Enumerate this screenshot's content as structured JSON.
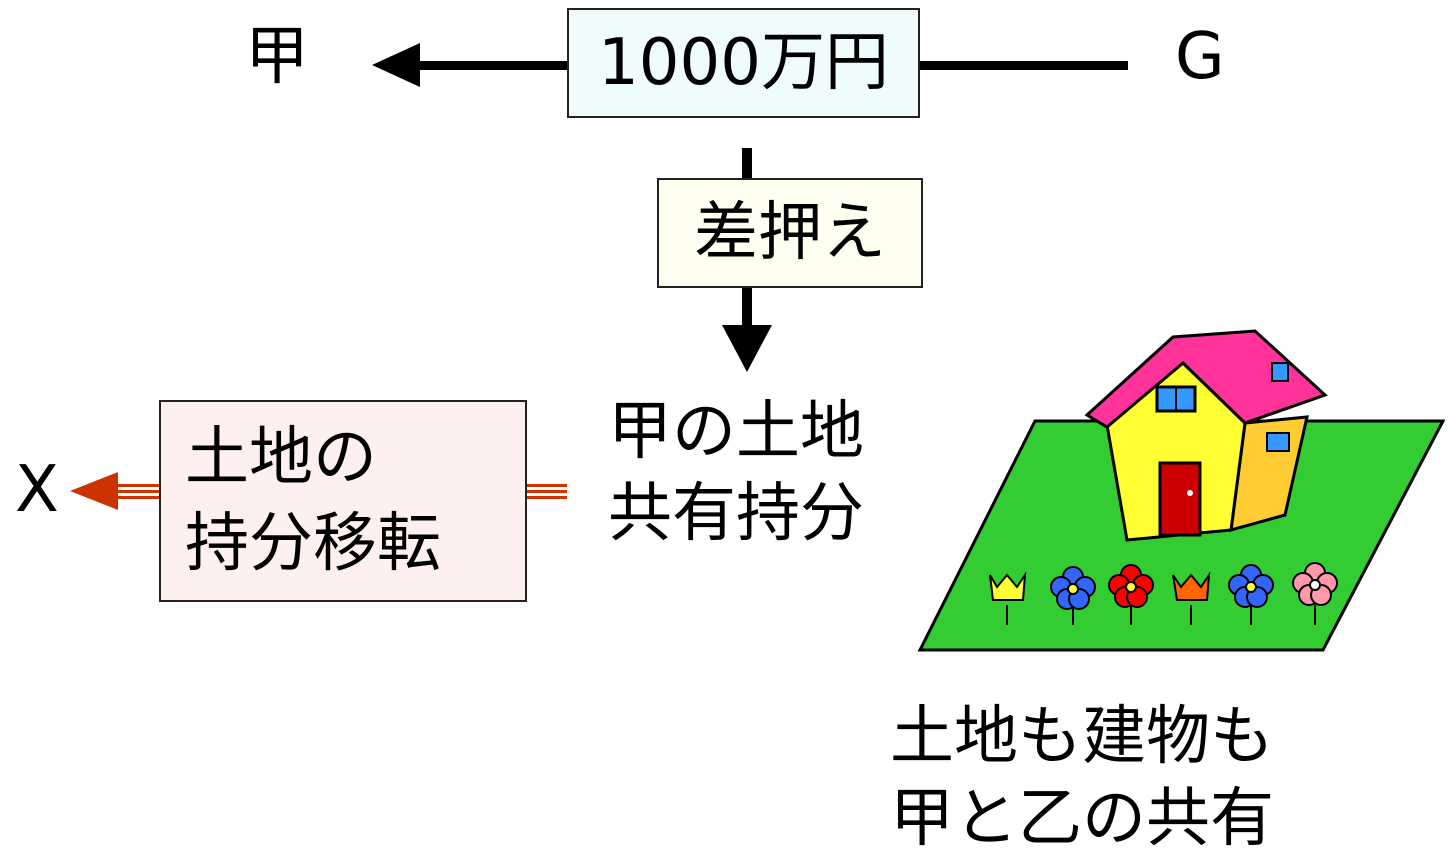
{
  "top": {
    "left_party": "甲",
    "amount": "1000万円",
    "right_party": "G"
  },
  "middle": {
    "action": "差押え",
    "target_line1": "甲の土地",
    "target_line2": "共有持分"
  },
  "transfer": {
    "recipient": "X",
    "label_line1": "土地の",
    "label_line2": "持分移転"
  },
  "illustration": {
    "icon": "house-with-flower-garden",
    "caption_line1": "土地も建物も",
    "caption_line2": "甲と乙の共有"
  },
  "colors": {
    "amount_box": "#eefcfc",
    "action_box": "#fffff0",
    "transfer_box": "#fff0f0",
    "transfer_arrow": "#cc3300",
    "grass": "#33cc33",
    "house_wall": "#ffff33",
    "roof": "#ff3399",
    "door": "#cc0000"
  }
}
